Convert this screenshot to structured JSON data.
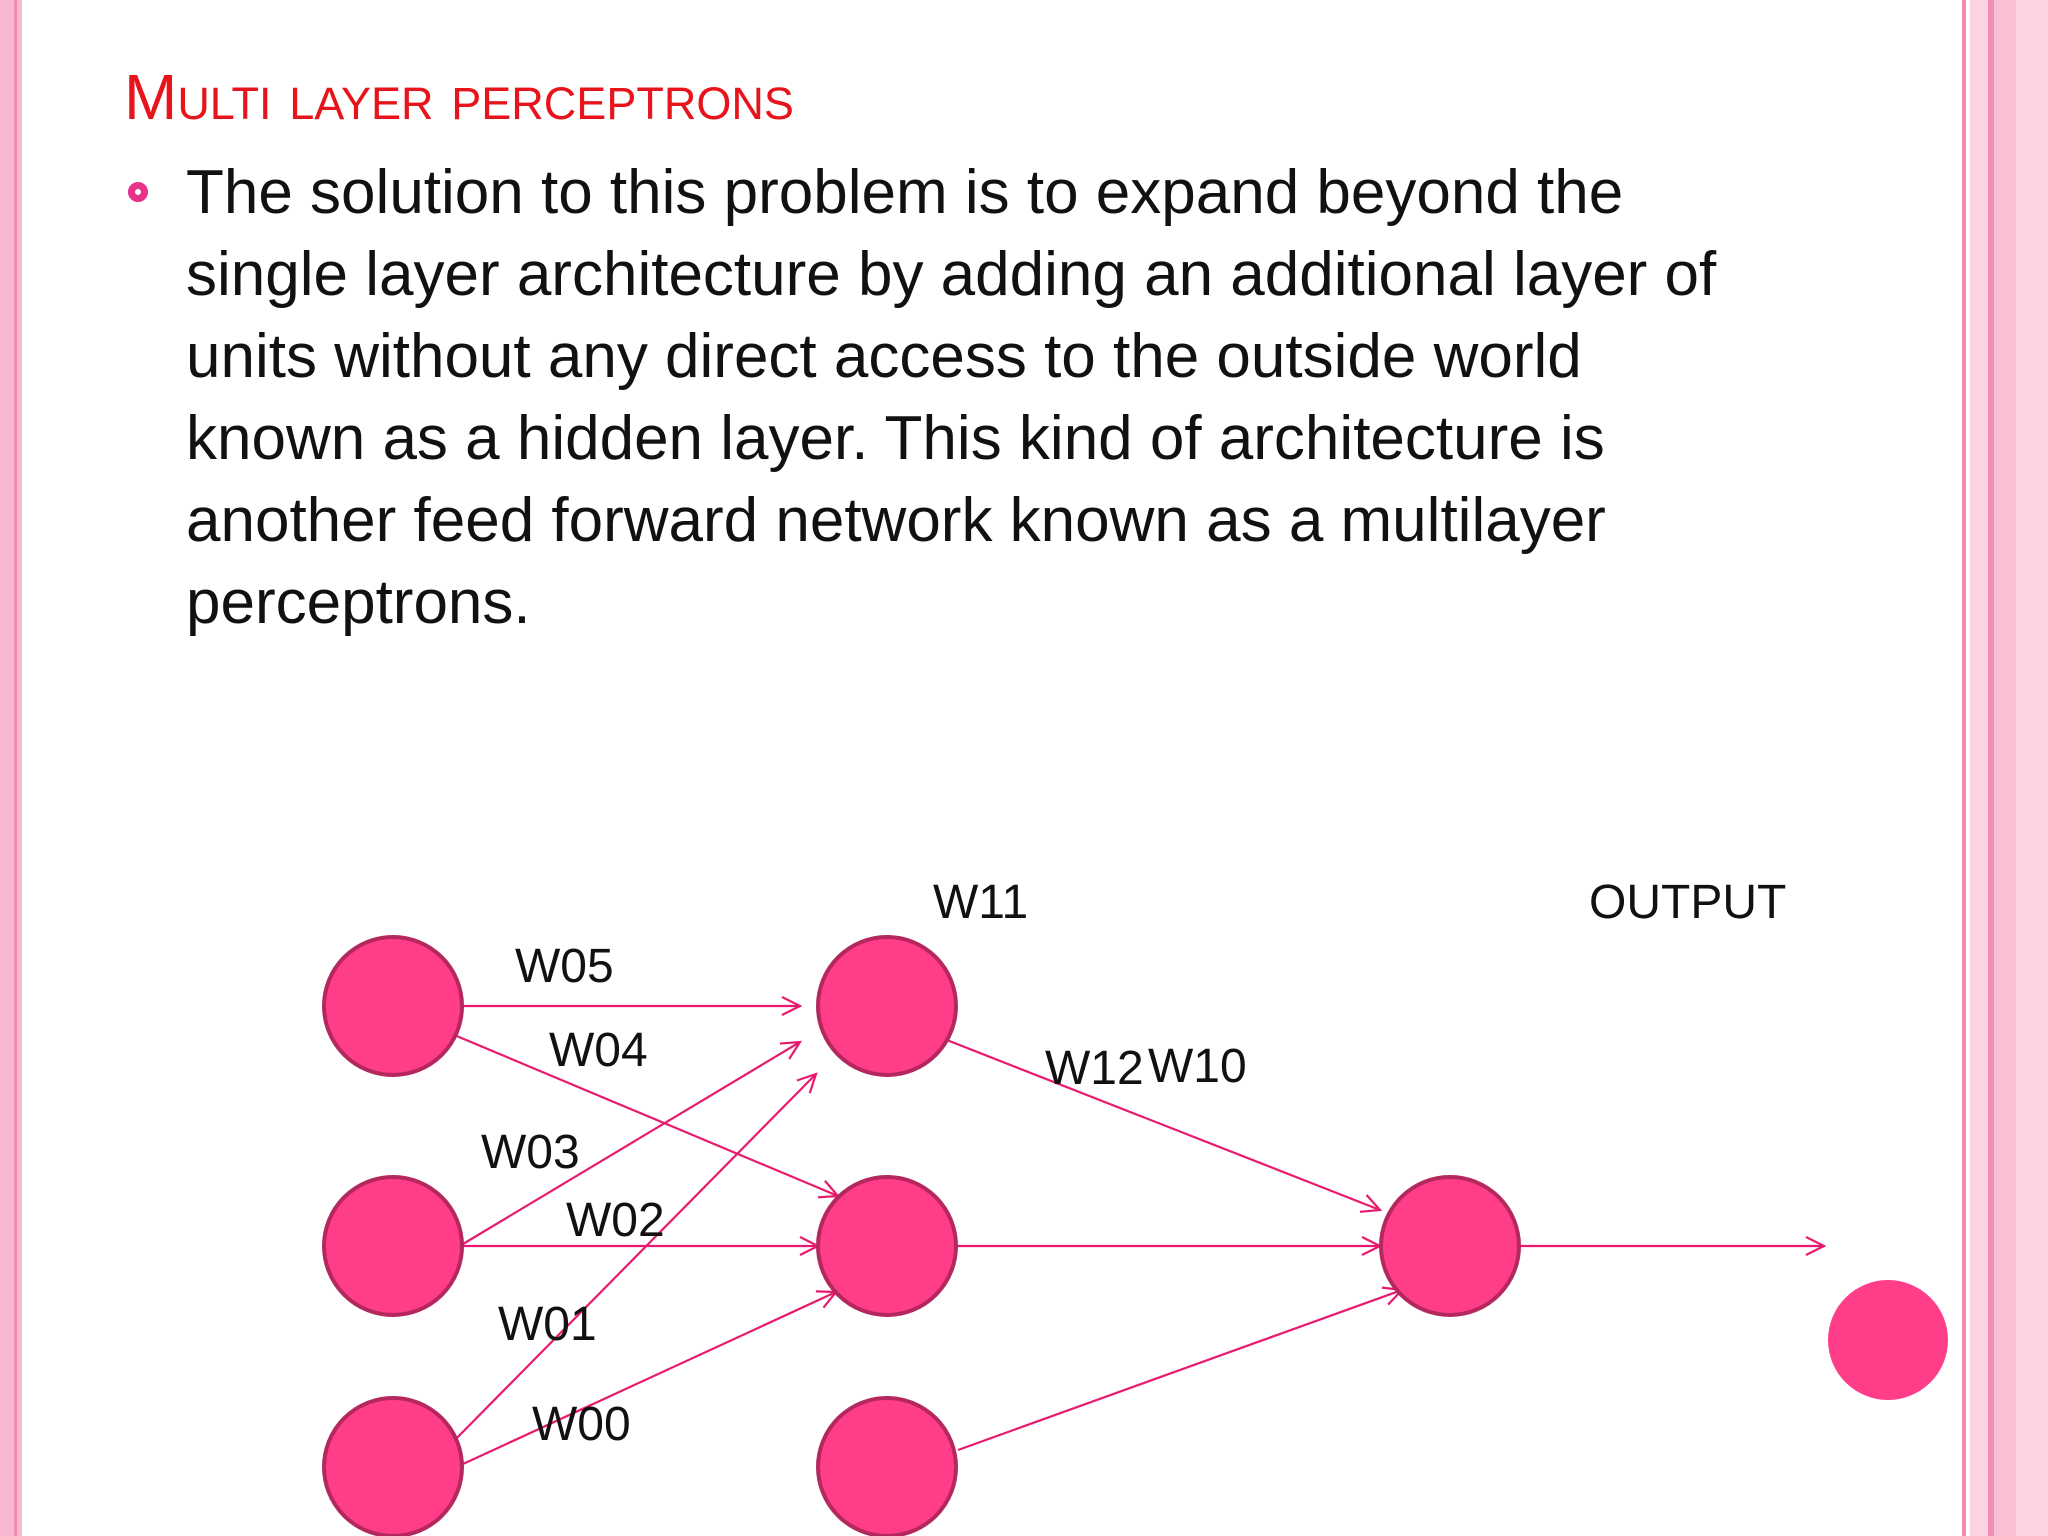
{
  "slide": {
    "title": "Multi layer perceptrons",
    "bullet_text": "The solution to this problem is to expand beyond the\nsingle layer architecture by adding an additional layer of\nunits without any direct access to the outside world\nknown as a hidden layer. This kind of architecture  is\nanother feed forward network known as a multilayer\nperceptrons."
  },
  "diagram": {
    "labels": {
      "w11": "W11",
      "output": "OUTPUT",
      "w05": "W05",
      "w04": "W04",
      "w12": "W12",
      "w10": "W10",
      "w03": "W03",
      "w02": "W02",
      "w01": "W01",
      "w00": "W00"
    },
    "colors": {
      "node_fill": "#ff3d88",
      "node_stroke": "#b5285e",
      "edge": "#e8196f",
      "title": "#e8141b",
      "bullet": "#e8328a"
    }
  }
}
